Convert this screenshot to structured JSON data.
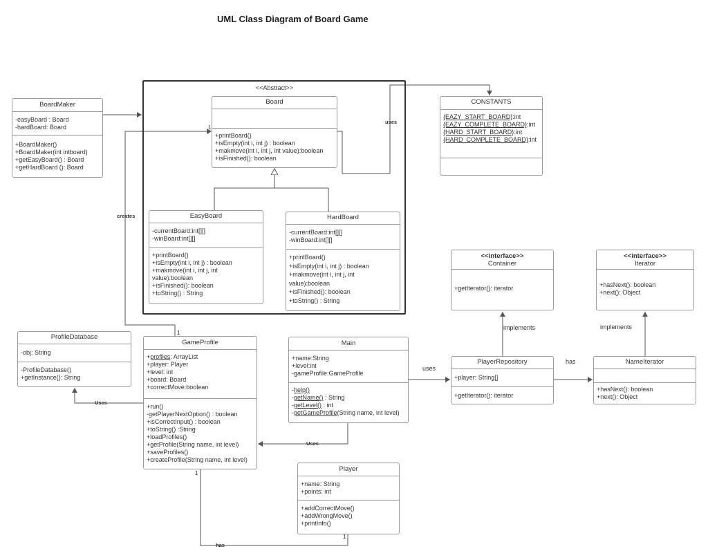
{
  "title": "UML Class Diagram of Board Game",
  "abstract_frame": {
    "stereotype": "<<Abstract>>"
  },
  "classes": {
    "boardmaker": {
      "name": "BoardMaker",
      "attributes": [
        "-easyBoard : Board",
        "-hardBoard: Board"
      ],
      "methods": [
        "+BoardMaker()",
        "+BoardMaker(int intboard)",
        "+getEasyBoard() : Board",
        "+getHardBoard (): Board"
      ]
    },
    "board": {
      "name": "Board",
      "methods": [
        "+printBoard()",
        "+isEmpty(int i, int j) : boolean",
        "+makmove(int i, int j, int value):boolean",
        "+isFinished(): boolean"
      ]
    },
    "constants": {
      "name": "CONSTANTS",
      "attributes": [
        {
          "u": "{EAZY_START_BOARD}",
          "t": ":int"
        },
        {
          "u": "{EAZY_COMPLETE_BOARD}",
          "t": ":int"
        },
        {
          "u": "{HARD_START_BOARD}",
          "t": ":int"
        },
        {
          "u": "{HARD_COMPLETE_BOARD}",
          "t": ":int"
        }
      ]
    },
    "easyboard": {
      "name": "EasyBoard",
      "attributes": [
        "-currentBoard:int[][]",
        "-winBoard:int[][]"
      ],
      "methods": [
        "+printBoard()",
        "+isEmpty(int i, int j) : boolean",
        "+makmove(int i, int j, int",
        "value):boolean",
        "+isFinished(): boolean",
        "+toString() : String"
      ]
    },
    "hardboard": {
      "name": "HardBoard",
      "attributes": [
        "-currentBoard:int[][]",
        "-winBoard:int[][]"
      ],
      "methods": [
        "+printBoard()",
        "+isEmpty(int i, int j) : boolean",
        "+makmove(int i, int j, int",
        "value):boolean",
        "+isFinished(): boolean",
        "+toString() : String"
      ]
    },
    "container": {
      "stereotype": "<<interface>>",
      "name": "Container",
      "methods": [
        "+getIterator(): iterator"
      ]
    },
    "iterator": {
      "stereotype": "<<interface>>",
      "name": "Iterator",
      "methods": [
        "+hasNext(): boolean",
        "+next(): Object"
      ]
    },
    "profiledatabase": {
      "name": "ProfileDatabase",
      "attributes": [
        "-obj: String"
      ],
      "methods": [
        "-ProfileDatabase()",
        "+getInstance(): String"
      ]
    },
    "gameprofile": {
      "name": "GameProfile",
      "attr_first": {
        "prefix": "+",
        "u": "profiles",
        "rest": ": ArrayList"
      },
      "attributes": [
        "+player: Player",
        "+level: int",
        "+board: Board",
        "+correctMove:boolean"
      ],
      "methods": [
        "+run()",
        "-getPlayerNextOption() : boolean",
        "+isCorrectInput() : boolean",
        "+toString() :String",
        "+loadProfiles()",
        "+getProfile(String name, int level)",
        "+saveProfiles()",
        "+createProfile(String name, int level)"
      ]
    },
    "main": {
      "name": "Main",
      "attributes": [
        "+name:String",
        "+level:int",
        "-gameProfile:GameProfile"
      ],
      "methods": [
        {
          "prefix": "-",
          "u": "help()",
          "rest": ""
        },
        {
          "prefix": "-",
          "u": "getName()",
          "rest": " : String"
        },
        {
          "prefix": "-",
          "u": "getLevel()",
          "rest": " : int"
        },
        {
          "prefix": "-",
          "u": "getGameProfile",
          "rest": "(String name, int level)"
        }
      ]
    },
    "playerrepository": {
      "name": "PlayerRepository",
      "attributes": [
        "+player: String[]"
      ],
      "methods": [
        "+getIterator(): iterator"
      ]
    },
    "nameiterator": {
      "name": "NameIterator",
      "methods": [
        "+hasNext(): boolean",
        "+next(): Object"
      ]
    },
    "player": {
      "name": "Player",
      "attributes": [
        "+name: String",
        "+points: int"
      ],
      "methods": [
        "+addCorrectMove()",
        "+addWrongMove()",
        "+printInfo()"
      ]
    }
  },
  "labels": {
    "uses_constants": "uses",
    "creates": "creates",
    "uses_profiledb": "Uses",
    "uses_main_profile": "Uses",
    "uses_main_repo": "uses",
    "has_repo_iter": "has",
    "has_player": "has",
    "implements_container": "implements",
    "implements_iterator": "implements",
    "mult_board_1": "1",
    "mult_profile_top": "1",
    "mult_profile_bottom": "1",
    "mult_player": "1"
  },
  "colors": {
    "border": "#9a9a9a",
    "line": "#555555",
    "frame": "#333333"
  }
}
